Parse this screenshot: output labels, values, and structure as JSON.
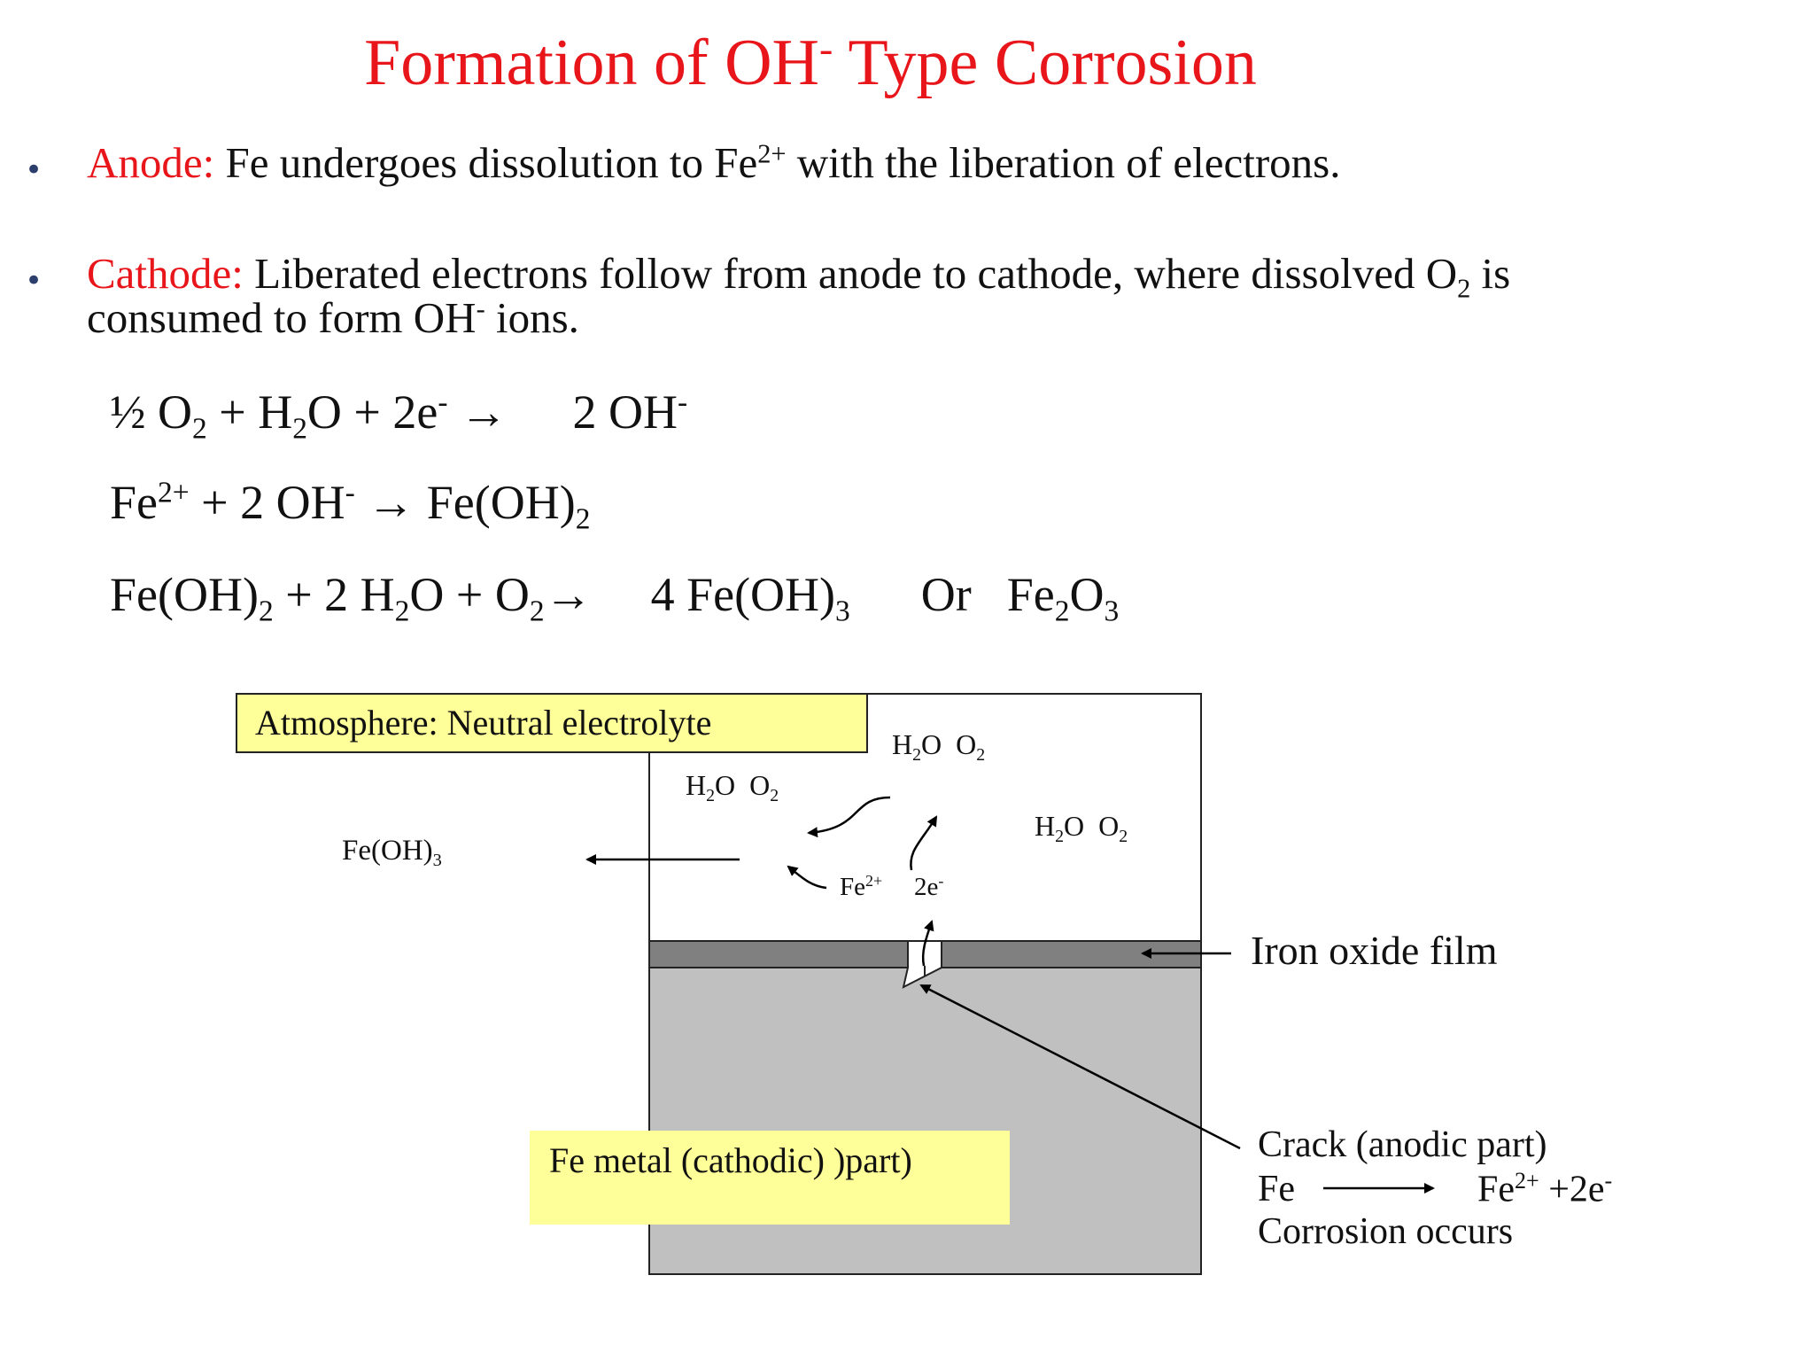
{
  "title": {
    "text": "Formation of OH",
    "sup": "-",
    "after": " Type Corrosion"
  },
  "bullets": [
    {
      "marker": "•",
      "label": "Anode:",
      "text_a": " Fe undergoes dissolution to Fe",
      "sup": "2+",
      "text_b": " with the liberation of electrons."
    },
    {
      "marker": "•",
      "label": "Cathode:",
      "text_a": " Liberated electrons follow from anode to cathode, where dissolved O",
      "sub": "2",
      "text_b": " is",
      "line2_a": "consumed to form OH",
      "line2_sup": "-",
      "line2_b": " ions."
    }
  ],
  "equations": {
    "eq1": {
      "a": "½ O",
      "a_sub": "2",
      "b": " + H",
      "b_sub": "2",
      "c": "O + 2e",
      "c_sup": "-",
      "arrow": " → ",
      "product": "2 OH",
      "product_sup": "-"
    },
    "eq2": {
      "a": "Fe",
      "a_sup": "2+",
      "b": " + 2 OH",
      "b_sup": "-",
      "arrow": " → ",
      "product": "Fe(OH)",
      "product_sub": "2"
    },
    "eq3": {
      "a": "Fe(OH)",
      "a_sub": "2",
      "b": " + 2 H",
      "b_sub": "2",
      "c": "O + O",
      "c_sub": "2",
      "arrow": "→",
      "product": "4 Fe(OH)",
      "product_sub": "3",
      "or": "Or",
      "alt": "Fe",
      "alt_sub": "2",
      "alt_b": "O",
      "alt_sub2": "3"
    }
  },
  "diagram": {
    "atmosphere_label": "Atmosphere: Neutral electrolyte",
    "h2o_o2": {
      "h": "H",
      "h_sub": "2",
      "o": "O  O",
      "o_sub": "2"
    },
    "fe_oh3": {
      "text": "Fe(OH)",
      "sub": "3"
    },
    "fe2plus": {
      "text": "Fe",
      "sup": "2+"
    },
    "electrons": {
      "text": "2e",
      "sup": "-"
    },
    "iron_oxide_label": "Iron oxide film",
    "metal_label": "Fe metal (cathodic) )part)",
    "crack": {
      "line1": "Crack (anodic part)",
      "reactant": "Fe",
      "product": "Fe",
      "product_sup": "2+",
      "product_b": " +2e",
      "product_b_sup": "-",
      "line3": "Corrosion occurs"
    },
    "colors": {
      "metal": "#c0c0c0",
      "oxide_film": "#808080",
      "label_box": "#ffff99",
      "title": "#e8161b"
    }
  }
}
